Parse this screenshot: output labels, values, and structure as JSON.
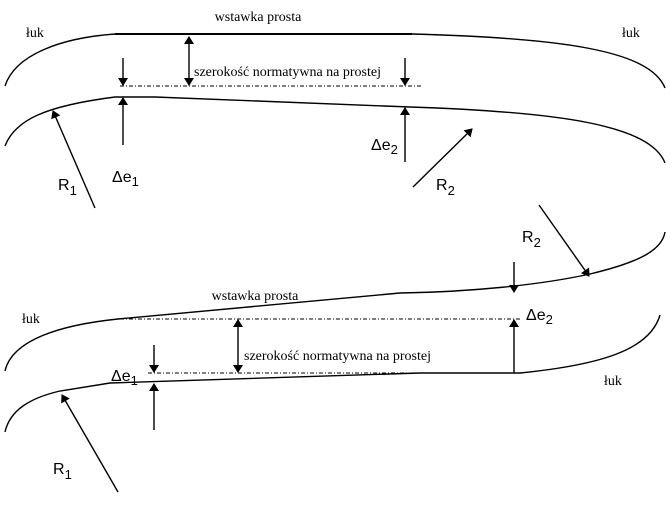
{
  "top": {
    "title": "wstawka prosta",
    "arc_left": "łuk",
    "arc_right": "łuk",
    "width_label": "szerokość normatywna na prostej",
    "de1": {
      "base": "Δe",
      "sub": "1"
    },
    "de2": {
      "base": "Δe",
      "sub": "2"
    },
    "r1": {
      "base": "R",
      "sub": "1"
    },
    "r2": {
      "base": "R",
      "sub": "2"
    }
  },
  "bottom": {
    "title": "wstawka prosta",
    "arc_left": "łuk",
    "arc_right": "łuk",
    "width_label": "szerokość normatywna na prostej",
    "de1": {
      "base": "Δe",
      "sub": "1"
    },
    "de2": {
      "base": "Δe",
      "sub": "2"
    },
    "r1": {
      "base": "R",
      "sub": "1"
    },
    "r2": {
      "base": "R",
      "sub": "2"
    }
  }
}
